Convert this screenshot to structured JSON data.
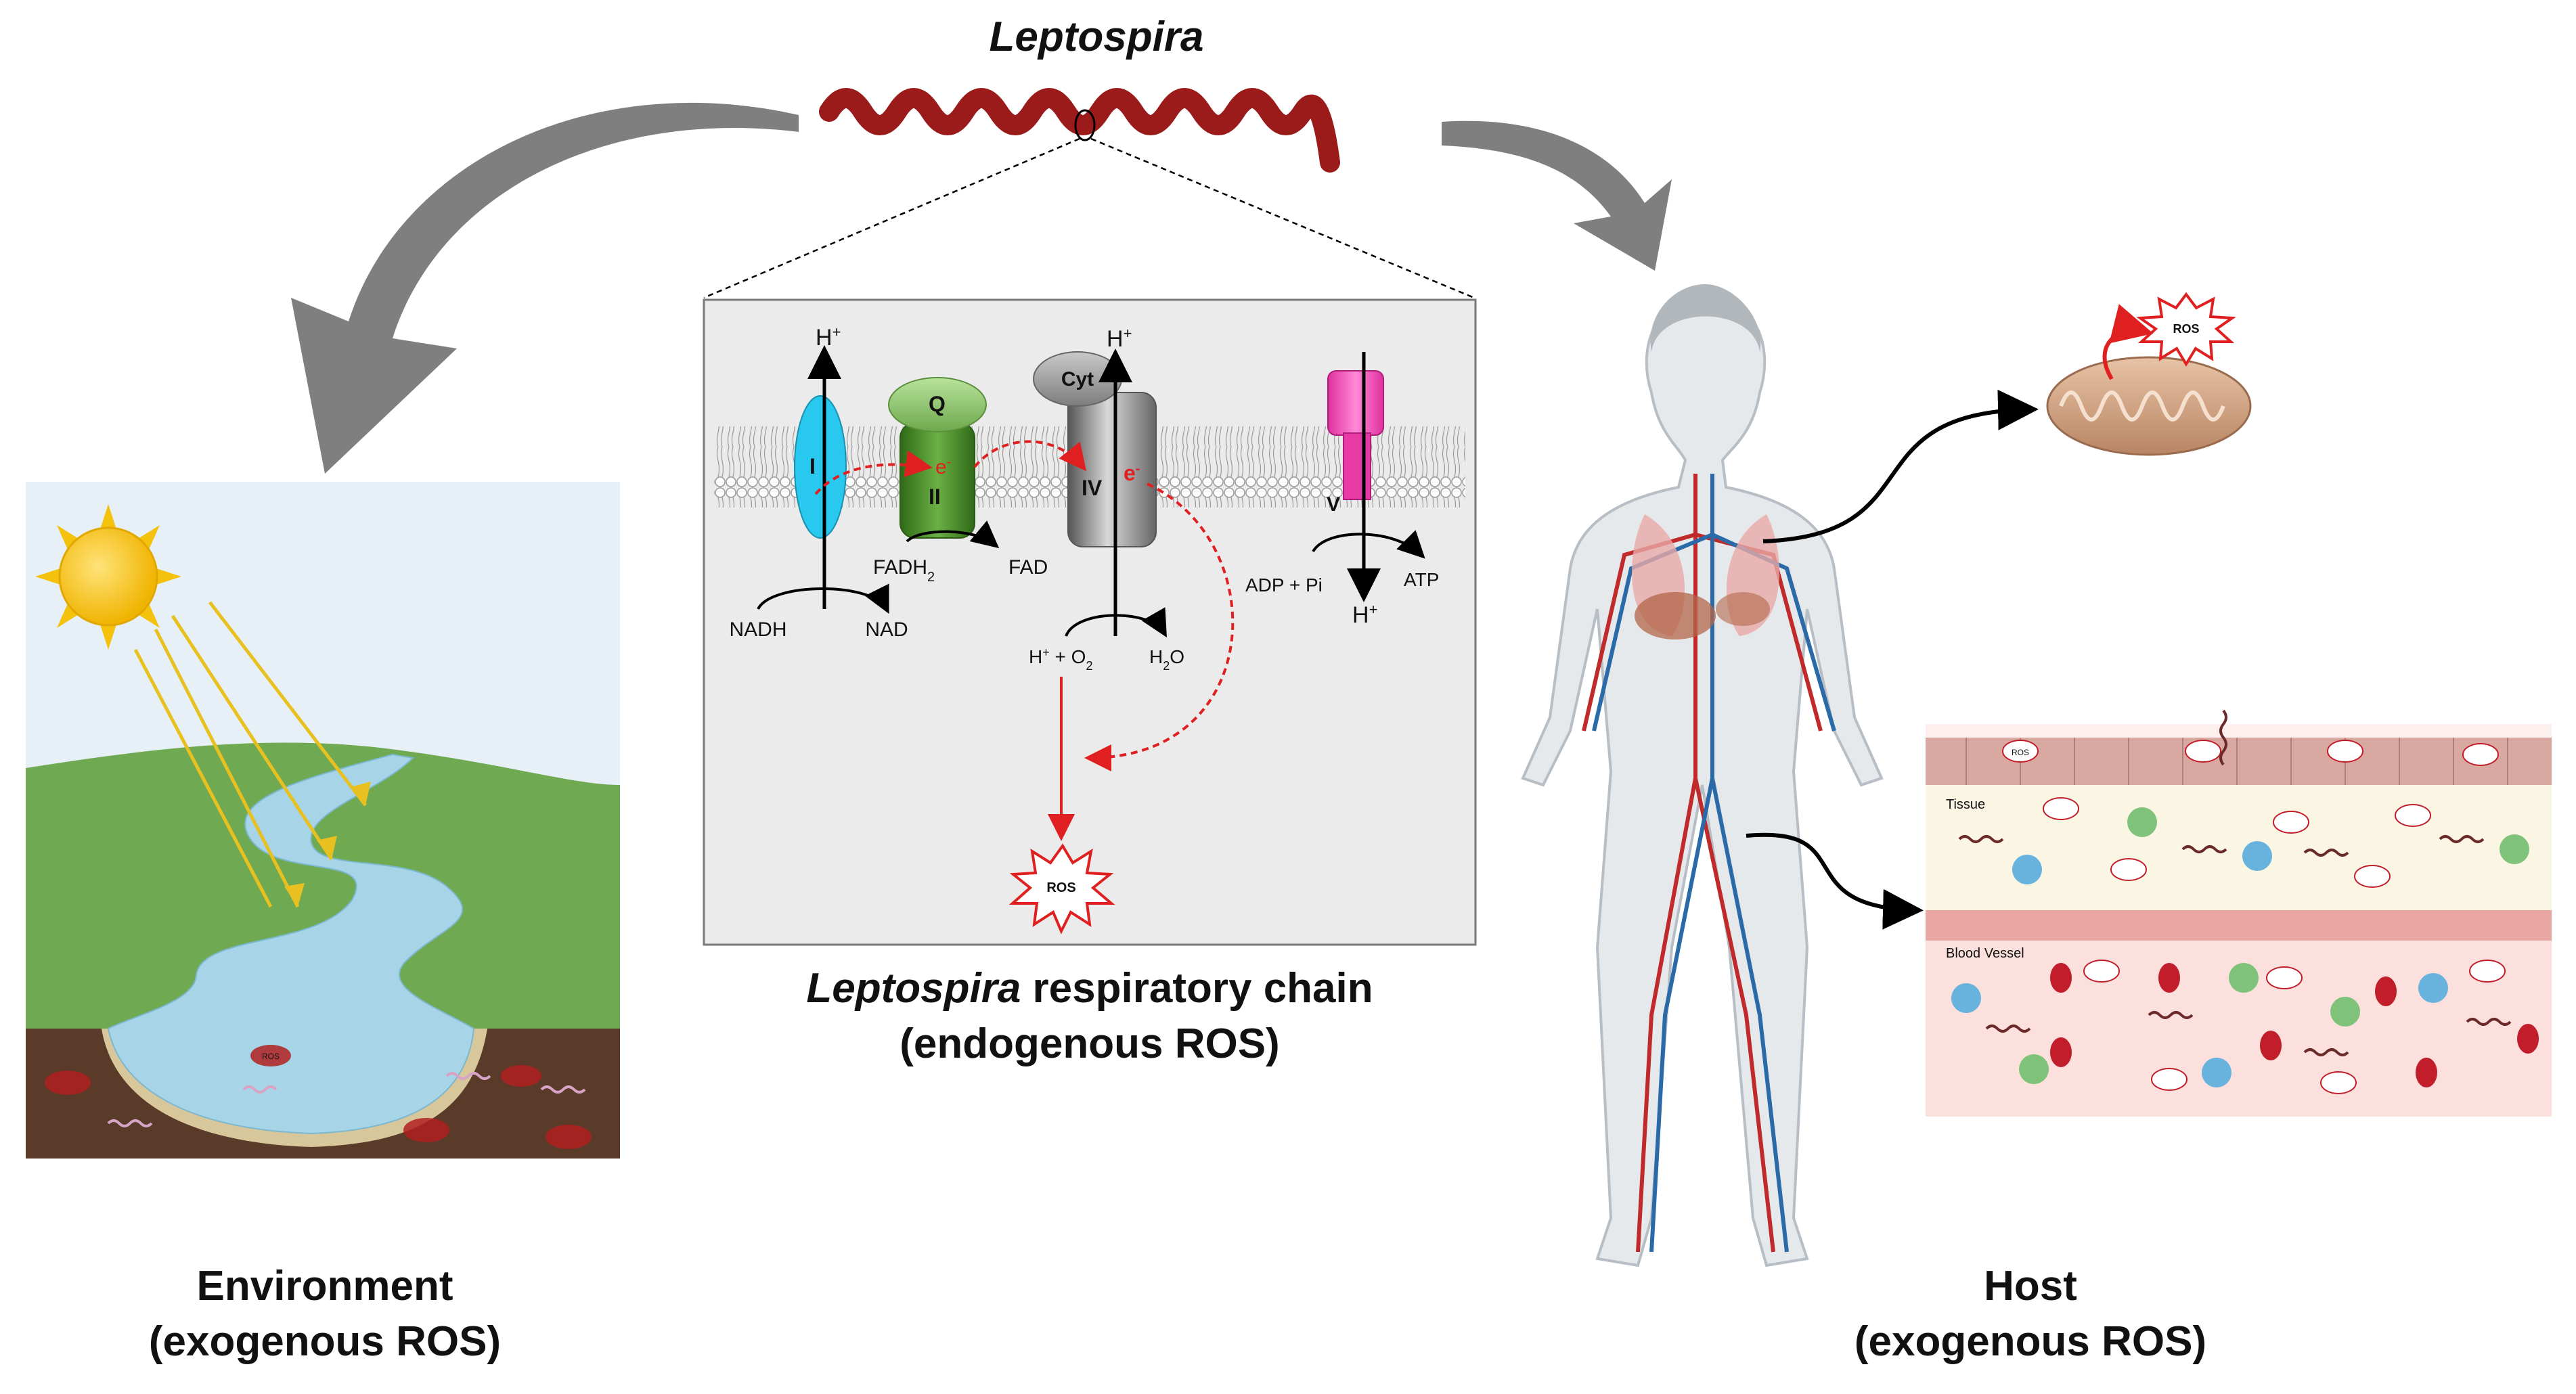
{
  "title": "Leptospira",
  "center_caption": {
    "italic": "Leptospira",
    "rest": " respiratory chain",
    "line2": "(endogenous ROS)"
  },
  "environment_caption": {
    "line1": "Environment",
    "line2": "(exogenous ROS)"
  },
  "host_caption": {
    "line1": "Host",
    "line2": "(exogenous ROS)"
  },
  "chain": {
    "complex_I": "I",
    "complex_II": "II",
    "quinone": "Q",
    "cytochrome": "Cyt",
    "complex_IV": "IV",
    "complex_V": "V",
    "electron": "e",
    "electron_sup": "-",
    "proton": "H",
    "proton_sup": "+",
    "nadh": "NADH",
    "nad": "NAD",
    "fadh2_base": "FADH",
    "fadh2_sub": "2",
    "fad": "FAD",
    "h_o2_a": "H",
    "h_o2_b": "+",
    "h_o2_c": " + O",
    "h_o2_d": "2",
    "h2o_a": "H",
    "h2o_b": "2",
    "h2o_c": "O",
    "adp_pi": "ADP + Pi",
    "atp": "ATP",
    "ros": "ROS"
  },
  "host": {
    "mito_ros": "ROS",
    "tissue_label": "Tissue",
    "vessel_label": "Blood Vessel",
    "ros": "ROS"
  },
  "environment": {
    "ros": "ROS"
  },
  "colors": {
    "bacterium": "#9b1b1b",
    "arrow_gray": "#7f7f7f",
    "complex_I": "#29c8ee",
    "complex_II": "#4f8f2a",
    "complex_IV": "#8a8a8a",
    "complex_V": "#f04db4",
    "ros_red": "#e02020",
    "grass": "#6faa52",
    "soil": "#5a3b2a",
    "water": "#a7d4e6",
    "sky": "#e7f0f7",
    "sun": "#f4c20d"
  }
}
